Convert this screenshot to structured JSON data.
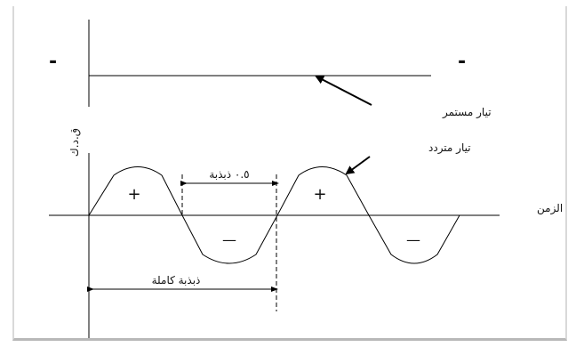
{
  "dc_panel": {
    "left_sign": "-",
    "right_sign": "-",
    "label": "تيار مستمر"
  },
  "ac_panel": {
    "y_axis_label": "ق.د.ك",
    "x_axis_label": "الزمن",
    "wave_label": "تيار متردد",
    "half_cycle_label": "٠.٥ ذبذبة",
    "full_cycle_label": "ذبذبة كاملة",
    "positive_sign": "+",
    "negative_sign": "—"
  }
}
